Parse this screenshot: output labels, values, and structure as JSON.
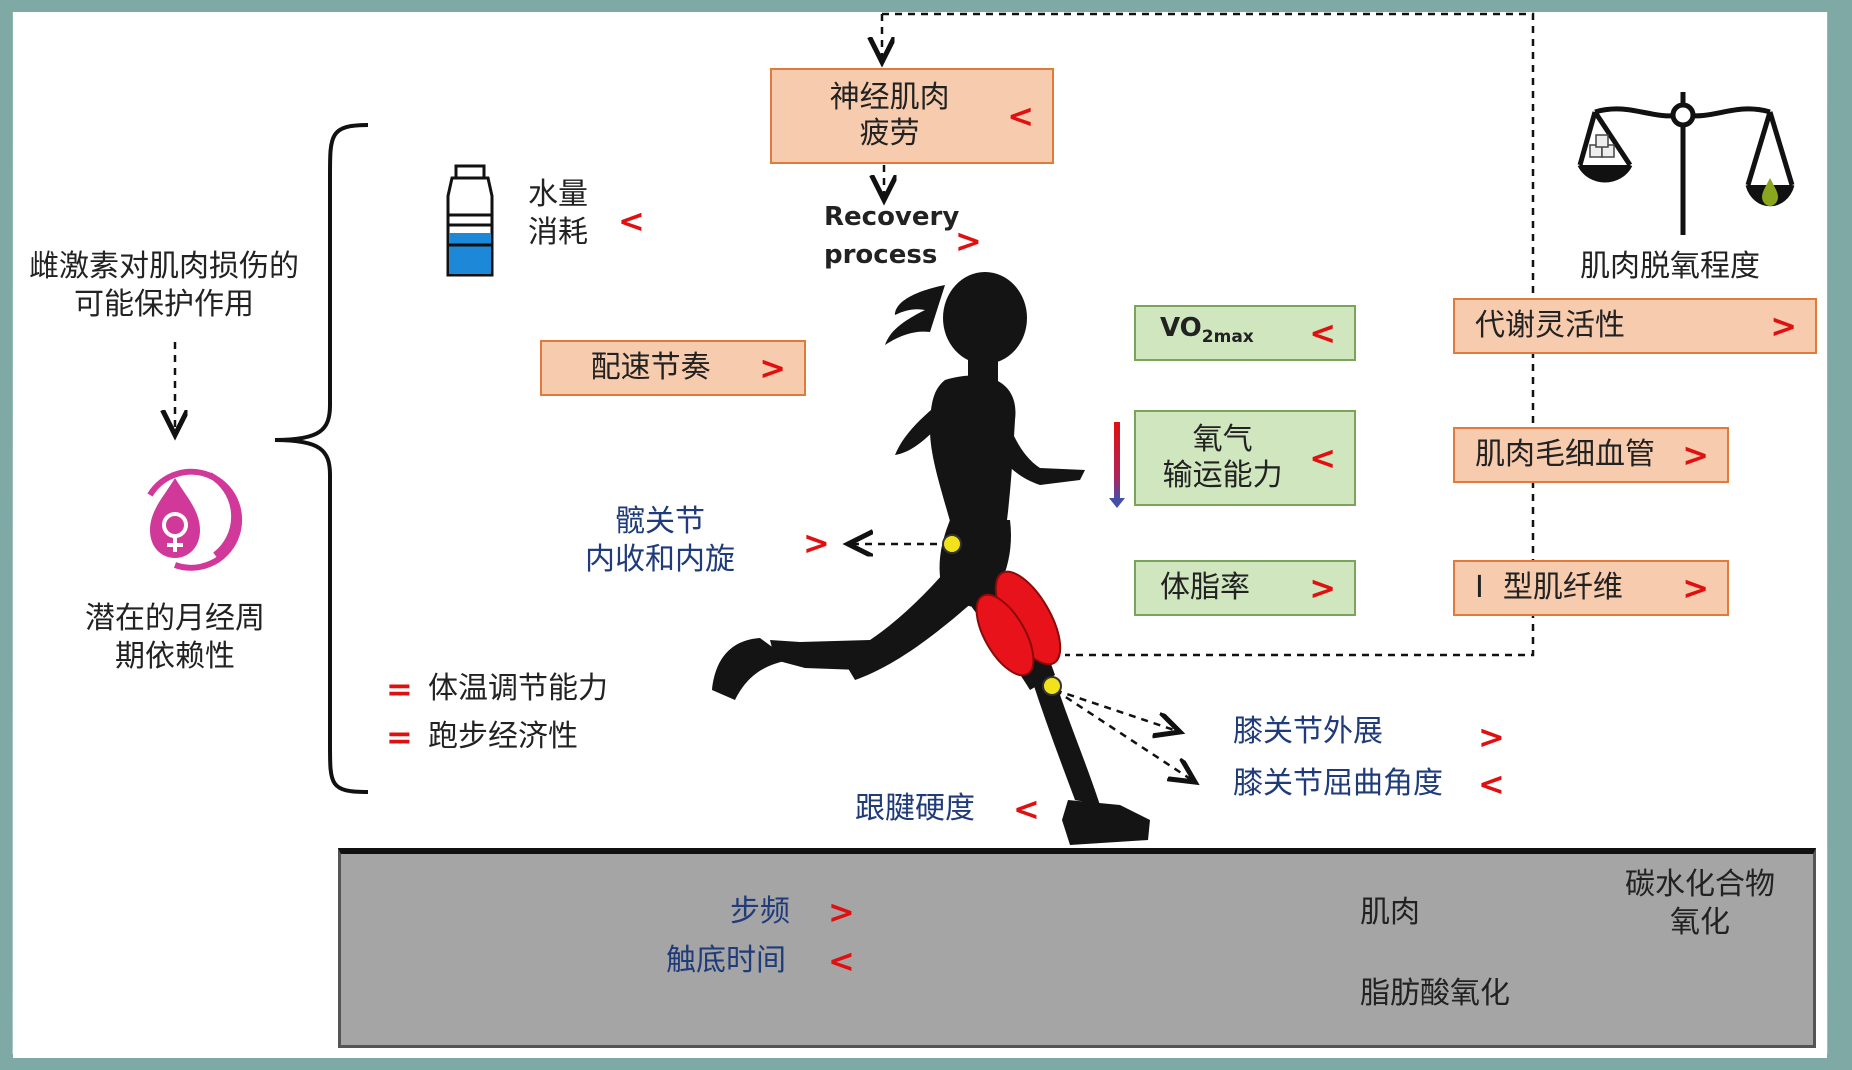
{
  "left_panel": {
    "protective_role": "雌激素对肌肉损伤的\n可能保护作用",
    "menstrual_dependence": "潜在的月经周\n期依赖性"
  },
  "top": {
    "neuromuscular_fatigue": {
      "label": "神经肌肉\n疲劳",
      "symbol": "<"
    },
    "recovery": {
      "label": "Recovery\nprocess",
      "symbol": ">"
    }
  },
  "water": {
    "label": "水量\n消耗",
    "symbol": "<",
    "icon": "water-bottle-icon"
  },
  "pacing": {
    "label": "配速节奏",
    "symbol": ">"
  },
  "vo2max": {
    "label": "VO",
    "subscript": "2max",
    "symbol": "<"
  },
  "oxygen_transport": {
    "label": "氧气\n输运能力",
    "symbol": "<"
  },
  "body_fat": {
    "label": "体脂率",
    "symbol": ">"
  },
  "right_column": {
    "desaturation": "肌肉脱氧程度",
    "metabolic_flexibility": {
      "label": "代谢灵活性",
      "symbol": ">"
    },
    "capillaries": {
      "label": "肌肉毛细血管",
      "symbol": ">"
    },
    "type1_fibers": {
      "label": "I  型肌纤维",
      "symbol": ">"
    }
  },
  "hip": {
    "label": "髋关节\n内收和内旋",
    "symbol": ">"
  },
  "equal_items": [
    {
      "label": "体温调节能力",
      "symbol": "="
    },
    {
      "label": "跑步经济性",
      "symbol": "="
    }
  ],
  "knee": [
    {
      "label": "膝关节外展",
      "symbol": ">"
    },
    {
      "label": "膝关节屈曲角度",
      "symbol": "<"
    }
  ],
  "tendon": {
    "label": "跟腱硬度",
    "symbol": "<"
  },
  "ground": {
    "cadence": {
      "label": "步频",
      "symbol": ">"
    },
    "contact_time": {
      "label": "触底时间",
      "symbol": "<"
    }
  },
  "legend": {
    "muscle": "肌肉",
    "fat_oxidation": "脂肪酸氧化",
    "carb_oxidation": "碳水化合物\n氧化"
  },
  "colors": {
    "orange_box": "#f7cbad",
    "orange_border": "#e07b3c",
    "green_box": "#cfe6bf",
    "green_border": "#7aa35b",
    "symbol_red": "#e01010",
    "label_blue": "#1f3b7a",
    "muscle_red": "#e8131a",
    "joint_yellow": "#f2e21b",
    "venus_magenta": "#d0389a",
    "fat_green": "#8aa61f"
  }
}
